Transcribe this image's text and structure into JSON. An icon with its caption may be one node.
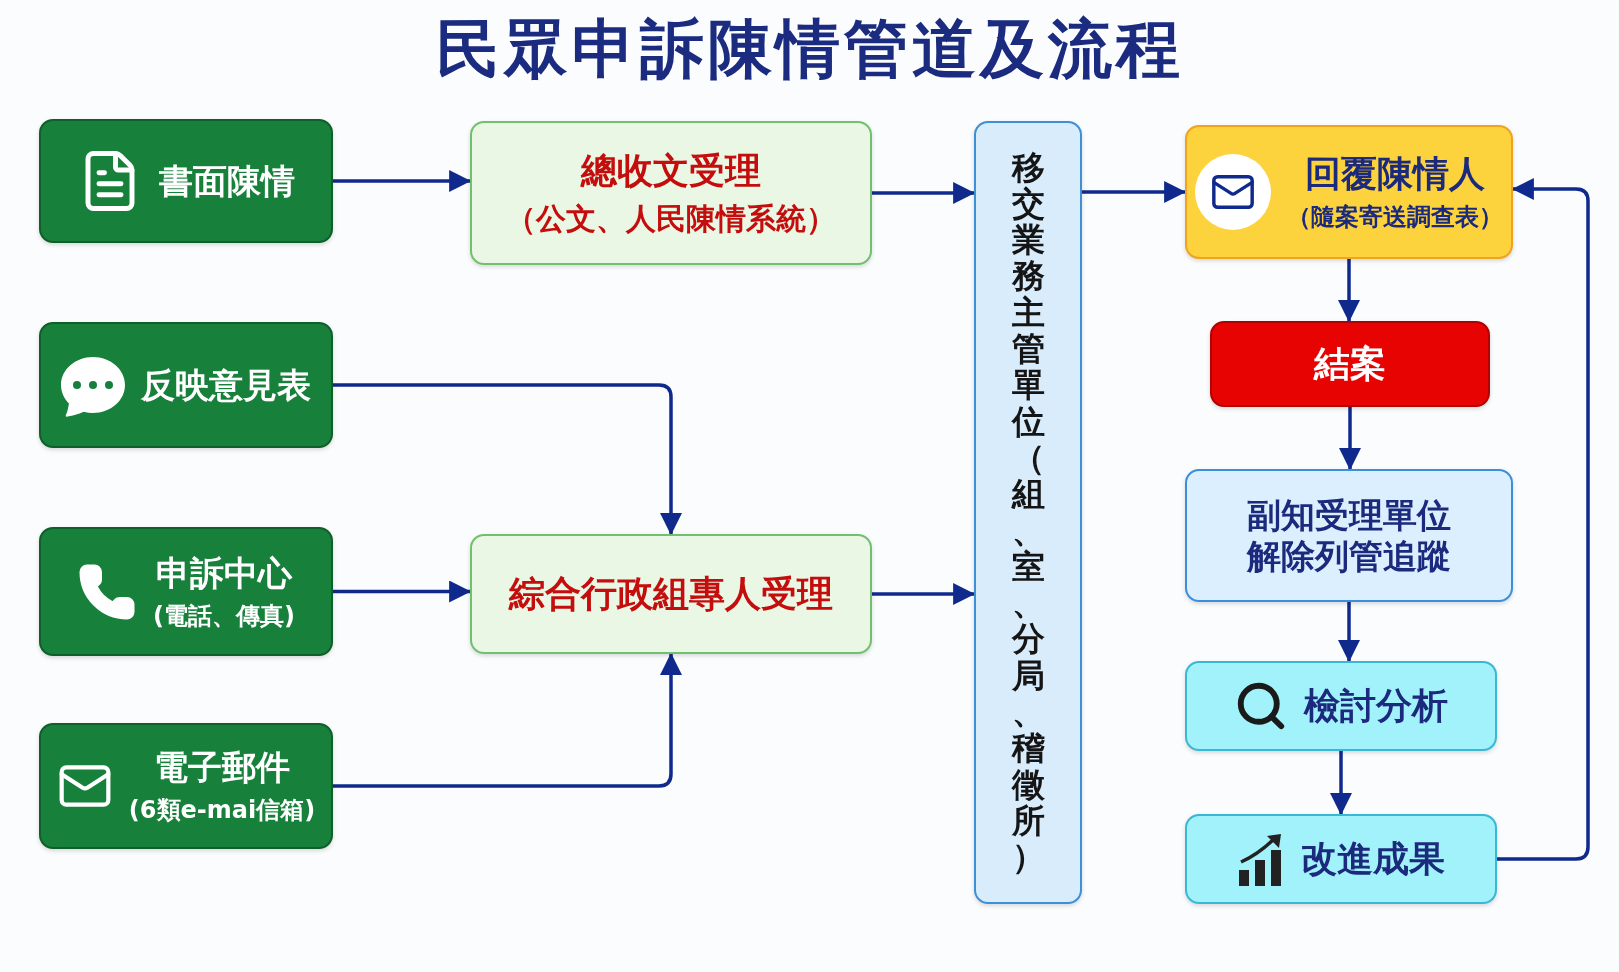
{
  "diagram": {
    "title": "民眾申訴陳情管道及流程",
    "nodes": [
      {
        "text": [
          "書面陳情"
        ]
      },
      {
        "text": [
          "總收文受理",
          "（公文、人民陳情系統）"
        ]
      },
      {
        "text": [
          "反映意見表"
        ]
      },
      {
        "text": [
          "申訴中心",
          "(電話、傳真)"
        ]
      },
      {
        "text": [
          "綜合行政組專人受理"
        ]
      },
      {
        "text": [
          "電子郵件",
          "(6類e-mai信箱)"
        ]
      },
      {
        "text": [
          "移交業務主管單位（組、室、分局、稽徵所）"
        ]
      },
      {
        "text": [
          "回覆陳情人",
          "（隨案寄送調查表）"
        ]
      },
      {
        "text": [
          "結案"
        ]
      },
      {
        "text": [
          "副知受理單位解除列管追蹤"
        ]
      },
      {
        "text": [
          "檢討分析"
        ]
      },
      {
        "text": [
          "改進成果"
        ]
      }
    ],
    "edges": [
      {
        "from": 0,
        "to": 1,
        "arrow": "to"
      },
      {
        "from": 1,
        "to": 6,
        "arrow": "to"
      },
      {
        "from": 2,
        "to": 4,
        "arrow": "to"
      },
      {
        "from": 3,
        "to": 4,
        "arrow": "to"
      },
      {
        "from": 5,
        "to": 4,
        "arrow": "to"
      },
      {
        "from": 4,
        "to": 6,
        "arrow": "to"
      },
      {
        "from": 6,
        "to": 7,
        "arrow": "to"
      },
      {
        "from": 7,
        "to": 8,
        "arrow": "to"
      },
      {
        "from": 8,
        "to": 9,
        "arrow": "to"
      },
      {
        "from": 9,
        "to": 10,
        "arrow": "to"
      },
      {
        "from": 10,
        "to": 11,
        "arrow": "to"
      },
      {
        "from": 11,
        "to": 7,
        "arrow": "to"
      }
    ]
  }
}
